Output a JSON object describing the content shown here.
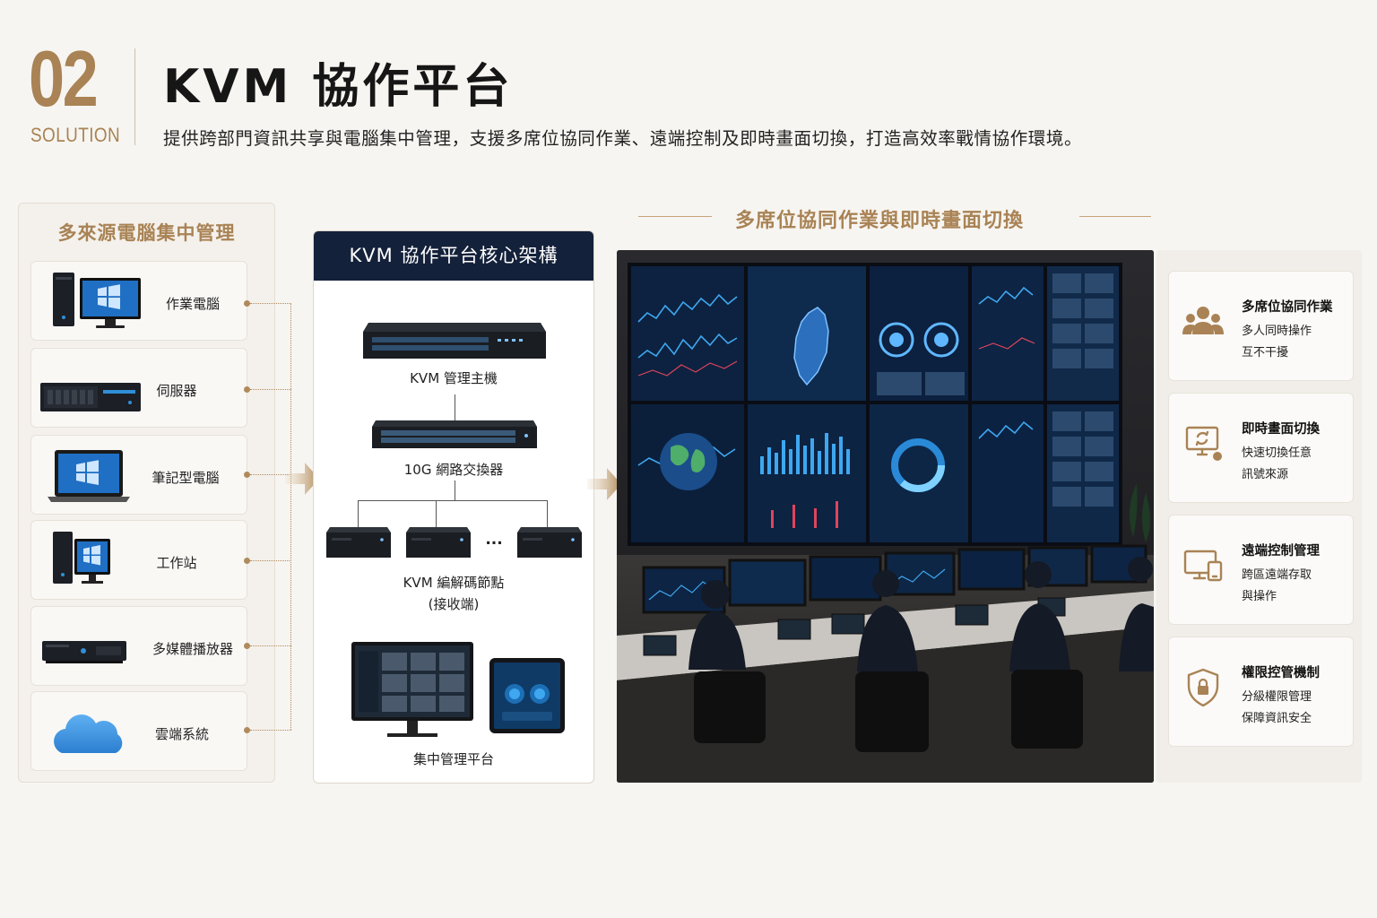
{
  "header": {
    "number": "02",
    "section": "SOLUTION",
    "title": "KVM 協作平台",
    "subtitle": "提供跨部門資訊共享與電腦集中管理，支援多席位協同作業、遠端控制及即時畫面切換，打造高效率戰情協作環境。"
  },
  "sources": {
    "title": "多來源電腦集中管理",
    "items": [
      {
        "label": "作業電腦",
        "icon": "desktop-pc-icon"
      },
      {
        "label": "伺服器",
        "icon": "server-icon"
      },
      {
        "label": "筆記型電腦",
        "icon": "laptop-icon"
      },
      {
        "label": "工作站",
        "icon": "workstation-icon"
      },
      {
        "label": "多媒體播放器",
        "icon": "media-player-icon"
      },
      {
        "label": "雲端系統",
        "icon": "cloud-icon"
      }
    ]
  },
  "core": {
    "title": "KVM 協作平台核心架構",
    "host_label": "KVM 管理主機",
    "switch_label": "10G 網路交換器",
    "nodes_label": "KVM 編解碼節點",
    "nodes_sub": "(接收端)",
    "ellipsis": "...",
    "mgmt_label": "集中管理平台"
  },
  "collab": {
    "title": "多席位協同作業與即時畫面切換"
  },
  "features": [
    {
      "title": "多席位協同作業",
      "line1": "多人同時操作",
      "line2": "互不干擾",
      "icon": "users-icon"
    },
    {
      "title": "即時畫面切換",
      "line1": "快速切換任意",
      "line2": "訊號來源",
      "icon": "screen-switch-icon"
    },
    {
      "title": "遠端控制管理",
      "line1": "跨區遠端存取",
      "line2": "與操作",
      "icon": "remote-control-icon"
    },
    {
      "title": "權限控管機制",
      "line1": "分級權限管理",
      "line2": "保障資訊安全",
      "icon": "shield-lock-icon"
    }
  ],
  "colors": {
    "accent": "#a98355",
    "navy": "#14213a",
    "background": "#f7f5f1"
  }
}
